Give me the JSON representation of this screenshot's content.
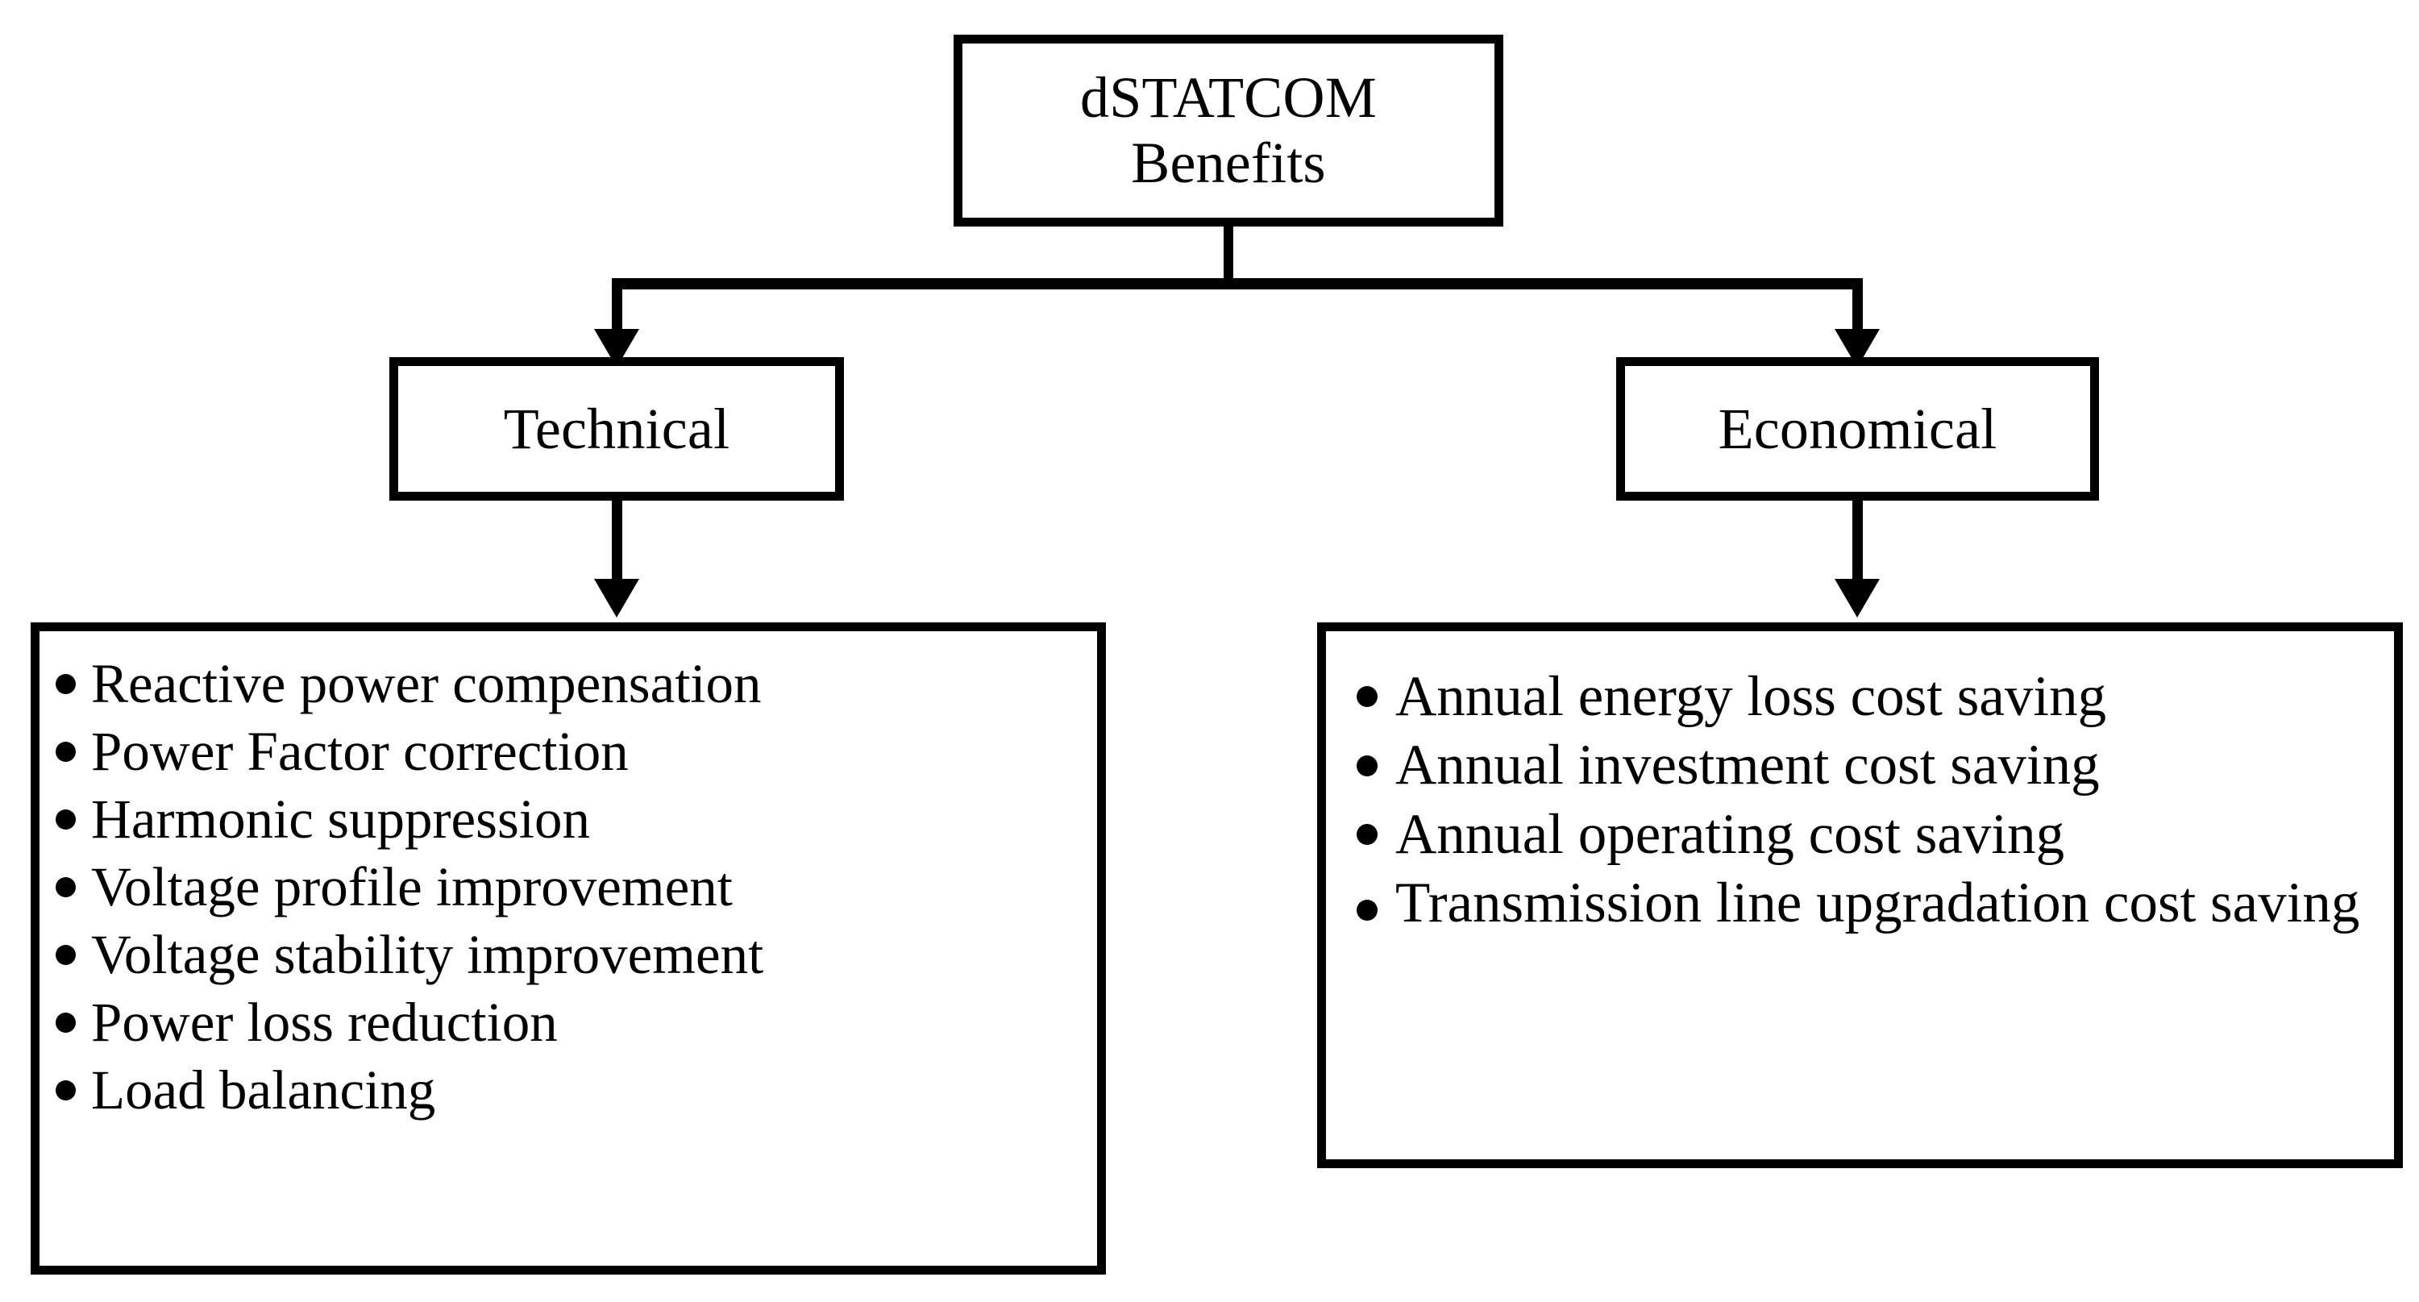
{
  "diagram": {
    "root": {
      "label": "dSTATCOM\nBenefits"
    },
    "branches": [
      {
        "label": "Technical"
      },
      {
        "label": "Economical"
      }
    ],
    "technical_benefits": [
      "Reactive power compensation",
      "Power Factor correction",
      "Harmonic suppression",
      "Voltage profile improvement",
      "Voltage stability improvement",
      "Power loss reduction",
      "Load balancing"
    ],
    "economical_benefits": [
      "Annual energy loss cost saving",
      "Annual investment cost saving",
      "Annual operating cost saving",
      "Transmission line upgradation cost saving"
    ],
    "style": {
      "line_color": "#000000",
      "box_fill": "#ffffff",
      "text_color": "#000000"
    }
  }
}
